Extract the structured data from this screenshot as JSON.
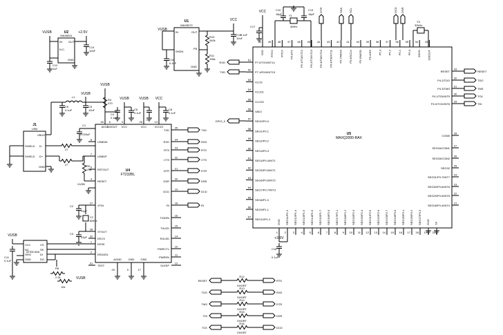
{
  "power": {
    "vusb": "VUSB",
    "v25": "+2.5V",
    "vcc": "VCC",
    "v30": "+3.0V"
  },
  "u2": {
    "ref": "U2",
    "part": "MAX8511",
    "pin_in": "IN",
    "pin_out": "OUT",
    "pin_nc": "N.C.",
    "pin_gnd": "GND",
    "p1": "1",
    "p2": "2",
    "p3": "3",
    "p4": "4",
    "p5": "5"
  },
  "u1": {
    "ref": "U1",
    "part": "MAX5072",
    "pin_in": "IN",
    "pin_out": "OUT",
    "pin_fb": "FB",
    "pin_shdn": "SHDN",
    "pin_gnd": "GND",
    "p1": "1",
    "p2": "2",
    "p3": "3",
    "p4": "4",
    "p5": "5"
  },
  "caps": {
    "c12": "C12",
    "c12v": "1uF",
    "c14": "C14",
    "c14v": "10uF",
    "c9": "C9",
    "c9v": "0.1uF",
    "c5": "C5",
    "c5v": "10uF",
    "c1": "C1",
    "c1v": "0.033uF",
    "c4": "C4",
    "c4v": "0.1uF",
    "c6": "C6",
    "c6v": "0.1uF",
    "c7": "C7",
    "c7v": "0.1uF",
    "c8": "C8",
    "c8v": "0.1uF",
    "c2": "C2",
    "c2v": "22pF",
    "c3": "C3",
    "c3v": "22pF",
    "c11": "C11",
    "c11v": "0.1uF",
    "c10": "C10",
    "c10v": "18pF",
    "c13": "C13",
    "c13v": "18pF",
    "c15": "C15",
    "c15v": "10uF",
    "c16": "C16",
    "c16v": "0.1uF",
    "c17": "C17",
    "c17v": "0.1uF"
  },
  "res": {
    "r10": "R10",
    "r10v": "340k",
    "r11": "R11",
    "r11v": "196k",
    "r4": "R4",
    "r4v": "470",
    "r5": "R5",
    "r5v": "1.5k",
    "r7a": "R7",
    "r7av": "27",
    "r7b": "R7",
    "r7bv": "27",
    "r8": "R8",
    "r8v": "2.2k",
    "r9": "R9",
    "r9v": "10k"
  },
  "l1": {
    "ref": "L1",
    "val": "BLM"
  },
  "j1": {
    "ref": "J1",
    "part": "USB",
    "vbus": "VBUS",
    "dm": "D-",
    "dp": "D+",
    "gnd": "GND",
    "shield": "SHIELD",
    "p1": "1",
    "p2": "2",
    "p3": "3",
    "p4": "4",
    "p5": "5",
    "p6": "6"
  },
  "u4": {
    "ref": "U4",
    "part": "FT232BL",
    "left": [
      "USBDM",
      "USBDP",
      "RSTOUT",
      "RESET",
      "XTIN",
      "XTOUT",
      "EECS",
      "EESK",
      "EEDATA",
      "TEST"
    ],
    "leftnums": [
      "8",
      "7",
      "6",
      "4",
      "27",
      "28",
      "32",
      "1",
      "2",
      "31"
    ],
    "right": [
      "TXD",
      "RXD",
      "RTS",
      "CTS",
      "DTR",
      "DSR",
      "DCD",
      "RI",
      "TXDEN",
      "TXLED",
      "RXLED",
      "PWRCTL",
      "PWREN",
      "SLEEP"
    ],
    "rightnums": [
      "25",
      "24",
      "23",
      "22",
      "21",
      "20",
      "19",
      "18",
      "16",
      "15",
      "14",
      "10",
      "11",
      "12"
    ],
    "top": [
      "AVCC",
      "3V3OUT",
      "VCC",
      "VCC",
      "VCCIO"
    ],
    "topnums": [
      "30",
      "6",
      "3",
      "26",
      "13"
    ],
    "bottom": [
      "AGND",
      "GND",
      "GND"
    ],
    "botnums": [
      "29",
      "9",
      "17"
    ]
  },
  "nets": {
    "txd": "TXD",
    "rxd": "RXD",
    "rts": "RTS",
    "cts": "CTS",
    "dtr": "DTR",
    "dsr": "DSR",
    "dcd": "DCD",
    "ri": "RI",
    "gpio": "GPIO_0",
    "reset": "RESET",
    "tdo": "TDO",
    "tms": "TMS",
    "tck": "TCK",
    "tdi": "TDI",
    "sda": "SDA",
    "scl": "SCL"
  },
  "y2": {
    "ref": "Y2",
    "val": "6MHz"
  },
  "y1": {
    "ref": "Y1",
    "val": "4MHz"
  },
  "y3": {
    "ref": "Y3",
    "val": "32kHz"
  },
  "u3": {
    "ref": "U3",
    "part": "AT93C46A",
    "vcc": "VCC",
    "nc": "NC",
    "org": "ORG",
    "gnd": "GND",
    "cs": "CS",
    "sk": "SK",
    "di": "DI",
    "do": "DO"
  },
  "u5": {
    "ref": "U5",
    "part": "MAXQ2000-RAX",
    "left": [
      "P7.0/TX0/INT14",
      "P7.1/RX0/INT15",
      "VLCD",
      "VLCD1",
      "VLCD2",
      "VADJ",
      "SEG0/P0.0",
      "SEG1/P0.1",
      "SEG2/P0.2",
      "SEG3/P0.3",
      "SEG4/P0.4/INT1",
      "SEG5/P0.5/INT1",
      "SEG6/P0.6/INT2",
      "SEG7/P0.7/INT3",
      "SEG8/P1.0",
      "SEG9/P1.1",
      "SEG10/P1.2"
    ],
    "leftnums": [
      "51",
      "52",
      "53",
      "54",
      "55",
      "56",
      "57",
      "58",
      "59",
      "60",
      "61",
      "62",
      "63",
      "64",
      "65",
      "66",
      "67"
    ],
    "right": [
      "RESET",
      "P4.2/TDO",
      "P4.3/TMS",
      "P4.1/TDI/INT9",
      "P4.0/TCK/INT8",
      "COM0",
      "SEG34/COM1",
      "SEG33/COM2",
      "SEG32",
      "SEG31/P3.7/INT7",
      "SEG30/P3.6/INT6",
      "SEG29/P3.5/INT5",
      "SEG28/P3.4/INT4"
    ],
    "rightnums": [
      "33",
      "32",
      "31",
      "30",
      "29",
      "28",
      "27",
      "26",
      "25",
      "24",
      "23",
      "22",
      "21"
    ],
    "top": [
      "VDD",
      "RTCX",
      "RTCX",
      "P6.0/T1",
      "P6.1/T1/INT12",
      "P6.2/T1/INT13",
      "P6.3/T0/INT10",
      "P6.4/T0/INT11",
      "P5.7/MOSI",
      "P5.6/SCLK",
      "P5.5/MISO",
      "P5.4/SS",
      "P5.3",
      "P5.2",
      "P5.1",
      "P5.0",
      "32KIN",
      "32KOUT"
    ],
    "topnums": [
      "50",
      "49",
      "48",
      "47",
      "46",
      "45",
      "44",
      "43",
      "42",
      "41",
      "40",
      "39",
      "38",
      "37",
      "36",
      "35",
      "34",
      "33"
    ],
    "bottom": [
      "GND",
      "SEG11/P1.3",
      "SEG12/P1.4",
      "SEG13/P1.5",
      "SEG14/P1.6",
      "SEG15/P1.7",
      "SEG16/P2.0",
      "SEG17/P2.1",
      "SEG18/P2.2",
      "SEG19/P2.3",
      "SEG20/P2.4",
      "SEG21/P2.5",
      "SEG22/P2.6",
      "SEG23/P2.7",
      "SEG24/P3.0",
      "SEG25/P3.1",
      "SEG26/P3.2",
      "SEG27/P3.3",
      "GND",
      "TP"
    ],
    "botnums": [
      "1",
      "2",
      "3",
      "4",
      "5",
      "6",
      "7",
      "8",
      "9",
      "10",
      "11",
      "12",
      "13",
      "14",
      "15",
      "16",
      "17",
      "18",
      "19",
      "20"
    ]
  },
  "jumpers": [
    {
      "left": "RESET",
      "right": "RTS",
      "ref": "R12",
      "val": "SHORT"
    },
    {
      "left": "TDO",
      "right": "RXD",
      "ref": "R13",
      "val": "SHORT"
    },
    {
      "left": "TMS",
      "right": "DTR",
      "ref": "R14",
      "val": "SHORT"
    },
    {
      "left": "TDI",
      "right": "DSR",
      "ref": "R15",
      "val": "SHORT"
    },
    {
      "left": "TCK",
      "right": "DCD",
      "ref": "R16",
      "val": "SHORT"
    }
  ]
}
